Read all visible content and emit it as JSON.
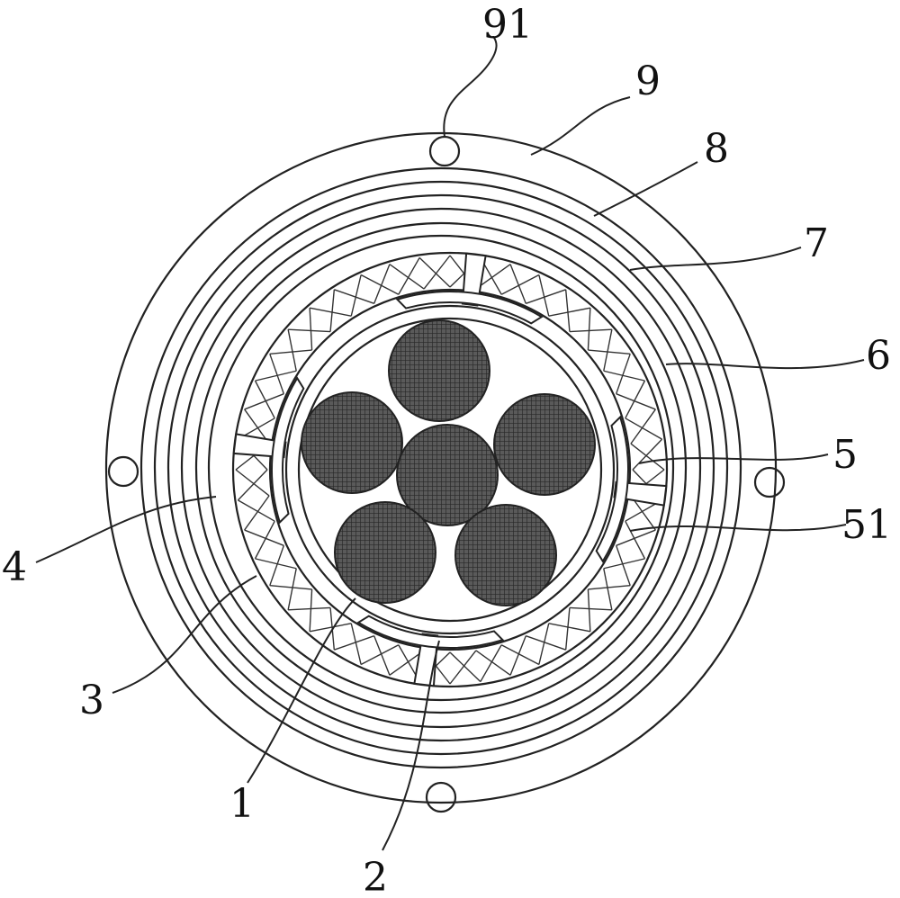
{
  "labels": {
    "l91": "91",
    "l9": "9",
    "l8": "8",
    "l7": "7",
    "l6": "6",
    "l5": "5",
    "l51": "51",
    "l4": "4",
    "l3": "3",
    "l2": "2",
    "l1": "1"
  },
  "colors": {
    "line": "#222222",
    "conductor_fill": "#4a4a4a",
    "background": "#ffffff"
  },
  "components": {
    "conductor_count": 6,
    "mounting_hole_count": 4
  }
}
